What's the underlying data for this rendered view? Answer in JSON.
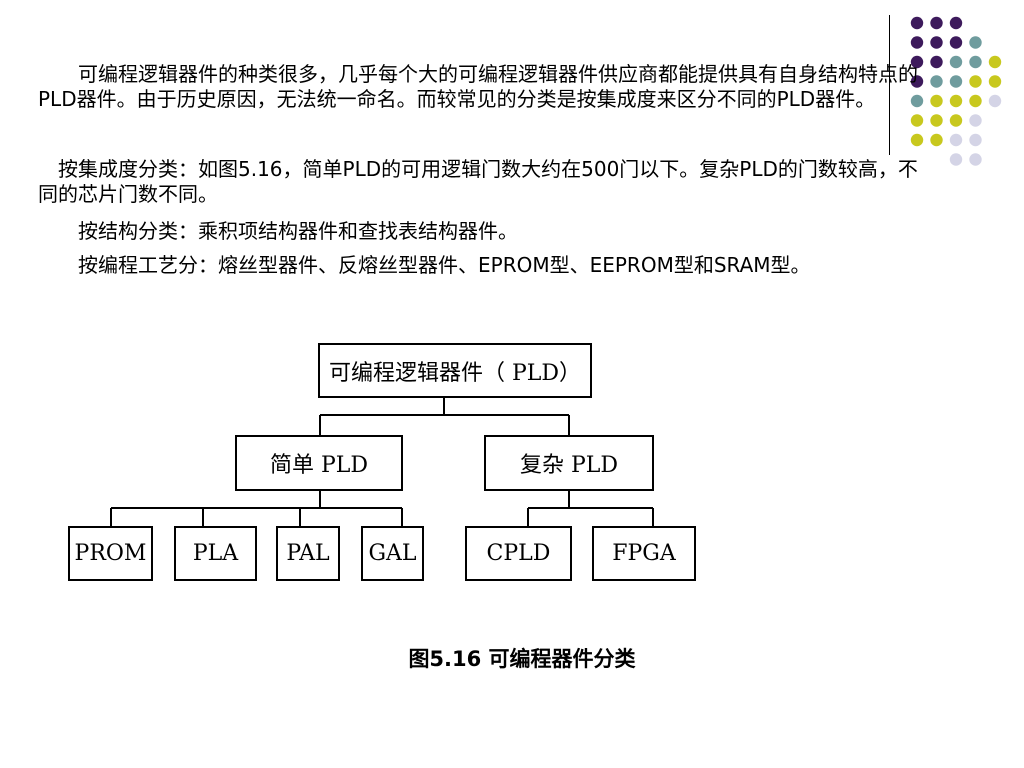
{
  "paragraphs": [
    "　　可编程逻辑器件的种类很多，几乎每个大的可编程逻辑器件供应商都能提供具有自身结构特点的PLD器件。由于历史原因，无法统一命名。而较常见的分类是按集成度来区分不同的PLD器件。",
    "　按集成度分类：如图5.16，简单PLD的可用逻辑门数大约在500门以下。复杂PLD的门数较高，不同的芯片门数不同。",
    "　　按结构分类：乘积项结构器件和查找表结构器件。",
    "　　按编程工艺分：熔丝型器件、反熔丝型器件、EPROM型、EEPROM型和SRAM型。"
  ],
  "diagram": {
    "root": "可编程逻辑器件（ PLD）",
    "simple": "简单 PLD",
    "complex": "复杂 PLD",
    "simple_children": [
      "PROM",
      "PLA",
      "PAL",
      "GAL"
    ],
    "complex_children": [
      "CPLD",
      "FPGA"
    ]
  },
  "caption": "图5.16 可编程器件分类",
  "colors": {
    "purple": "#3d1a5c",
    "teal": "#6f9c9e",
    "olive": "#c8c81e",
    "lavender": "#d4d4e6"
  }
}
